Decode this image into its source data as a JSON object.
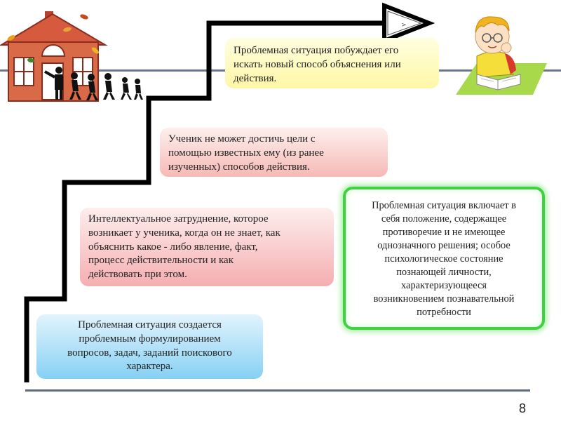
{
  "boxes": {
    "top": [
      "Проблемная ситуация побуждает его",
      "искать новый способ объяснения или",
      "действия."
    ],
    "second": [
      "Ученик не может достичь цели   с",
      "помощью известных ему (из ранее",
      "изученных) способов действия."
    ],
    "third": [
      "Интеллектуальное затруднение, которое",
      "возникает у ученика, когда он не знает, как",
      "объяснить какое - либо явление, факт,",
      "процесс действительности и как",
      "действовать при этом."
    ],
    "bottom": [
      "Проблемная ситуация создается",
      "проблемным формулированием",
      "вопросов, задач, заданий поискового",
      "характера."
    ],
    "definition": [
      "Проблемная ситуация включает в",
      "себя положение, содержащее",
      "противоречие и не имеющее",
      "однозначного решения;   особое",
      "психологическое состояние",
      "познающей личности,",
      "характеризующееся",
      "возникновением познавательной",
      "потребности"
    ]
  },
  "page_number": "8",
  "colors": {
    "yellow_box": "#fff7a6",
    "pink_box": "#f6b9b5",
    "blue_box": "#86d0f3",
    "green_border": "#3fd13f",
    "staircase": "#000000"
  },
  "icons": {
    "school": "school-house-illustration",
    "children": "running-children-silhouettes",
    "student": "reading-boy-illustration",
    "arrow": "staircase-arrow"
  }
}
